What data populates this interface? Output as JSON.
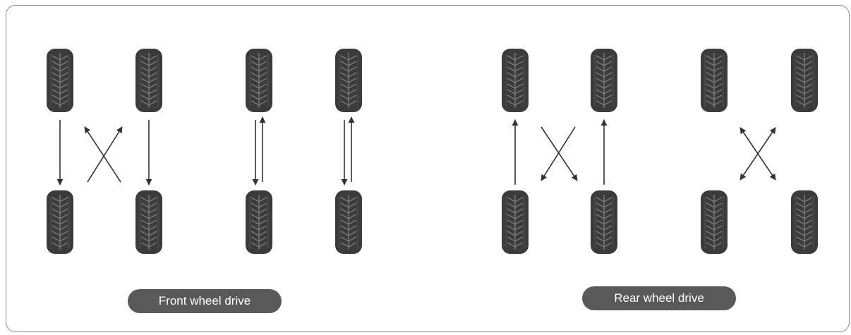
{
  "labels": {
    "front": "Front wheel drive",
    "rear": "Rear wheel drive"
  },
  "colors": {
    "tire": "#3b3b3b",
    "tread": "#7a7a7a",
    "arrow": "#333333",
    "pill_bg": "#595959",
    "pill_text": "#ffffff",
    "frame": "#8a8a8a"
  },
  "patterns": [
    {
      "group": "front",
      "name": "forward-cross",
      "moves": [
        "front-left to rear-left",
        "rear-right to front-left",
        "front-right to rear-right",
        "rear-left to front-right"
      ]
    },
    {
      "group": "front",
      "name": "front-to-rear-swap",
      "moves": [
        "front-left <-> rear-left",
        "front-right <-> rear-right"
      ]
    },
    {
      "group": "rear",
      "name": "rearward-cross",
      "moves": [
        "rear-left to front-left",
        "front-left to rear-right",
        "rear-right to front-right",
        "front-right to rear-left"
      ]
    },
    {
      "group": "rear",
      "name": "x-pattern",
      "moves": [
        "front-left <-> rear-right",
        "front-right <-> rear-left"
      ]
    }
  ]
}
